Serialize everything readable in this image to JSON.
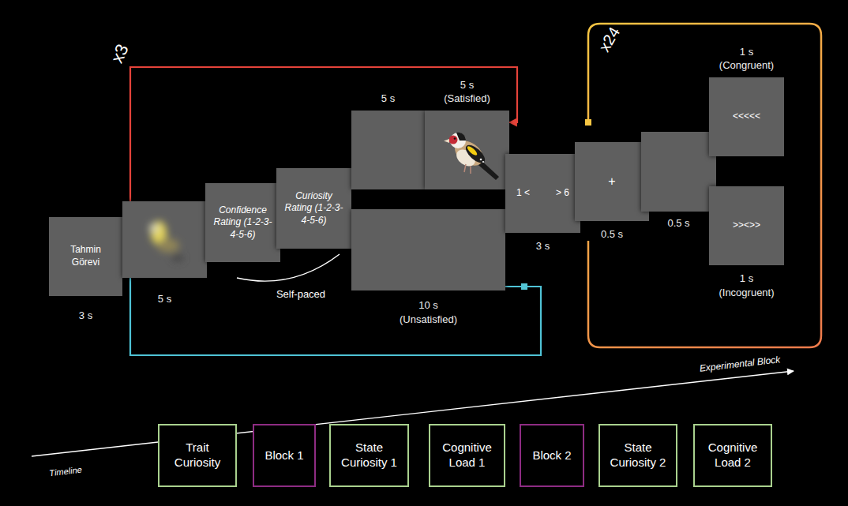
{
  "diagram": {
    "nodes": [
      {
        "text": [
          "Tahmin Görevi",
          "3 s"
        ]
      },
      {
        "text": [
          "5 s"
        ]
      },
      {
        "text": [
          "Confidence Rating (1-2-3-4-5-6)"
        ]
      },
      {
        "text": [
          "Curiosity Rating (1-2-3-4-5-6)"
        ]
      },
      {
        "text": [
          "5 s"
        ]
      },
      {
        "text": [
          "5 s",
          "(Satisfied)"
        ]
      },
      {
        "text": [
          "10 s",
          "(Unsatisfied)"
        ]
      },
      {
        "text": [
          "1 <",
          "> 6",
          "3 s"
        ]
      },
      {
        "text": [
          "+",
          "0.5 s"
        ]
      },
      {
        "text": [
          "0.5 s"
        ]
      },
      {
        "text": [
          "1 s",
          "(Congruent)",
          "<<<<<"
        ]
      },
      {
        "text": [
          "1 s",
          "(Incogruent)",
          ">><>>"
        ]
      },
      {
        "text": [
          "Trait Curiosity"
        ]
      },
      {
        "text": [
          "Block 1"
        ]
      },
      {
        "text": [
          "State Curiosity 1"
        ]
      },
      {
        "text": [
          "Cognitive Load 1"
        ]
      },
      {
        "text": [
          "Block 2"
        ]
      },
      {
        "text": [
          "State Curiosity 2"
        ]
      },
      {
        "text": [
          "Cognitive Load 2"
        ]
      }
    ],
    "edges": [
      {
        "from": 1,
        "to": 5,
        "arrow": "to"
      },
      {
        "from": 6,
        "to": 1,
        "arrow": "none"
      }
    ],
    "labels": [
      "x3",
      "x24",
      "Self-paced",
      "Experimental Block",
      "Timeline"
    ]
  }
}
